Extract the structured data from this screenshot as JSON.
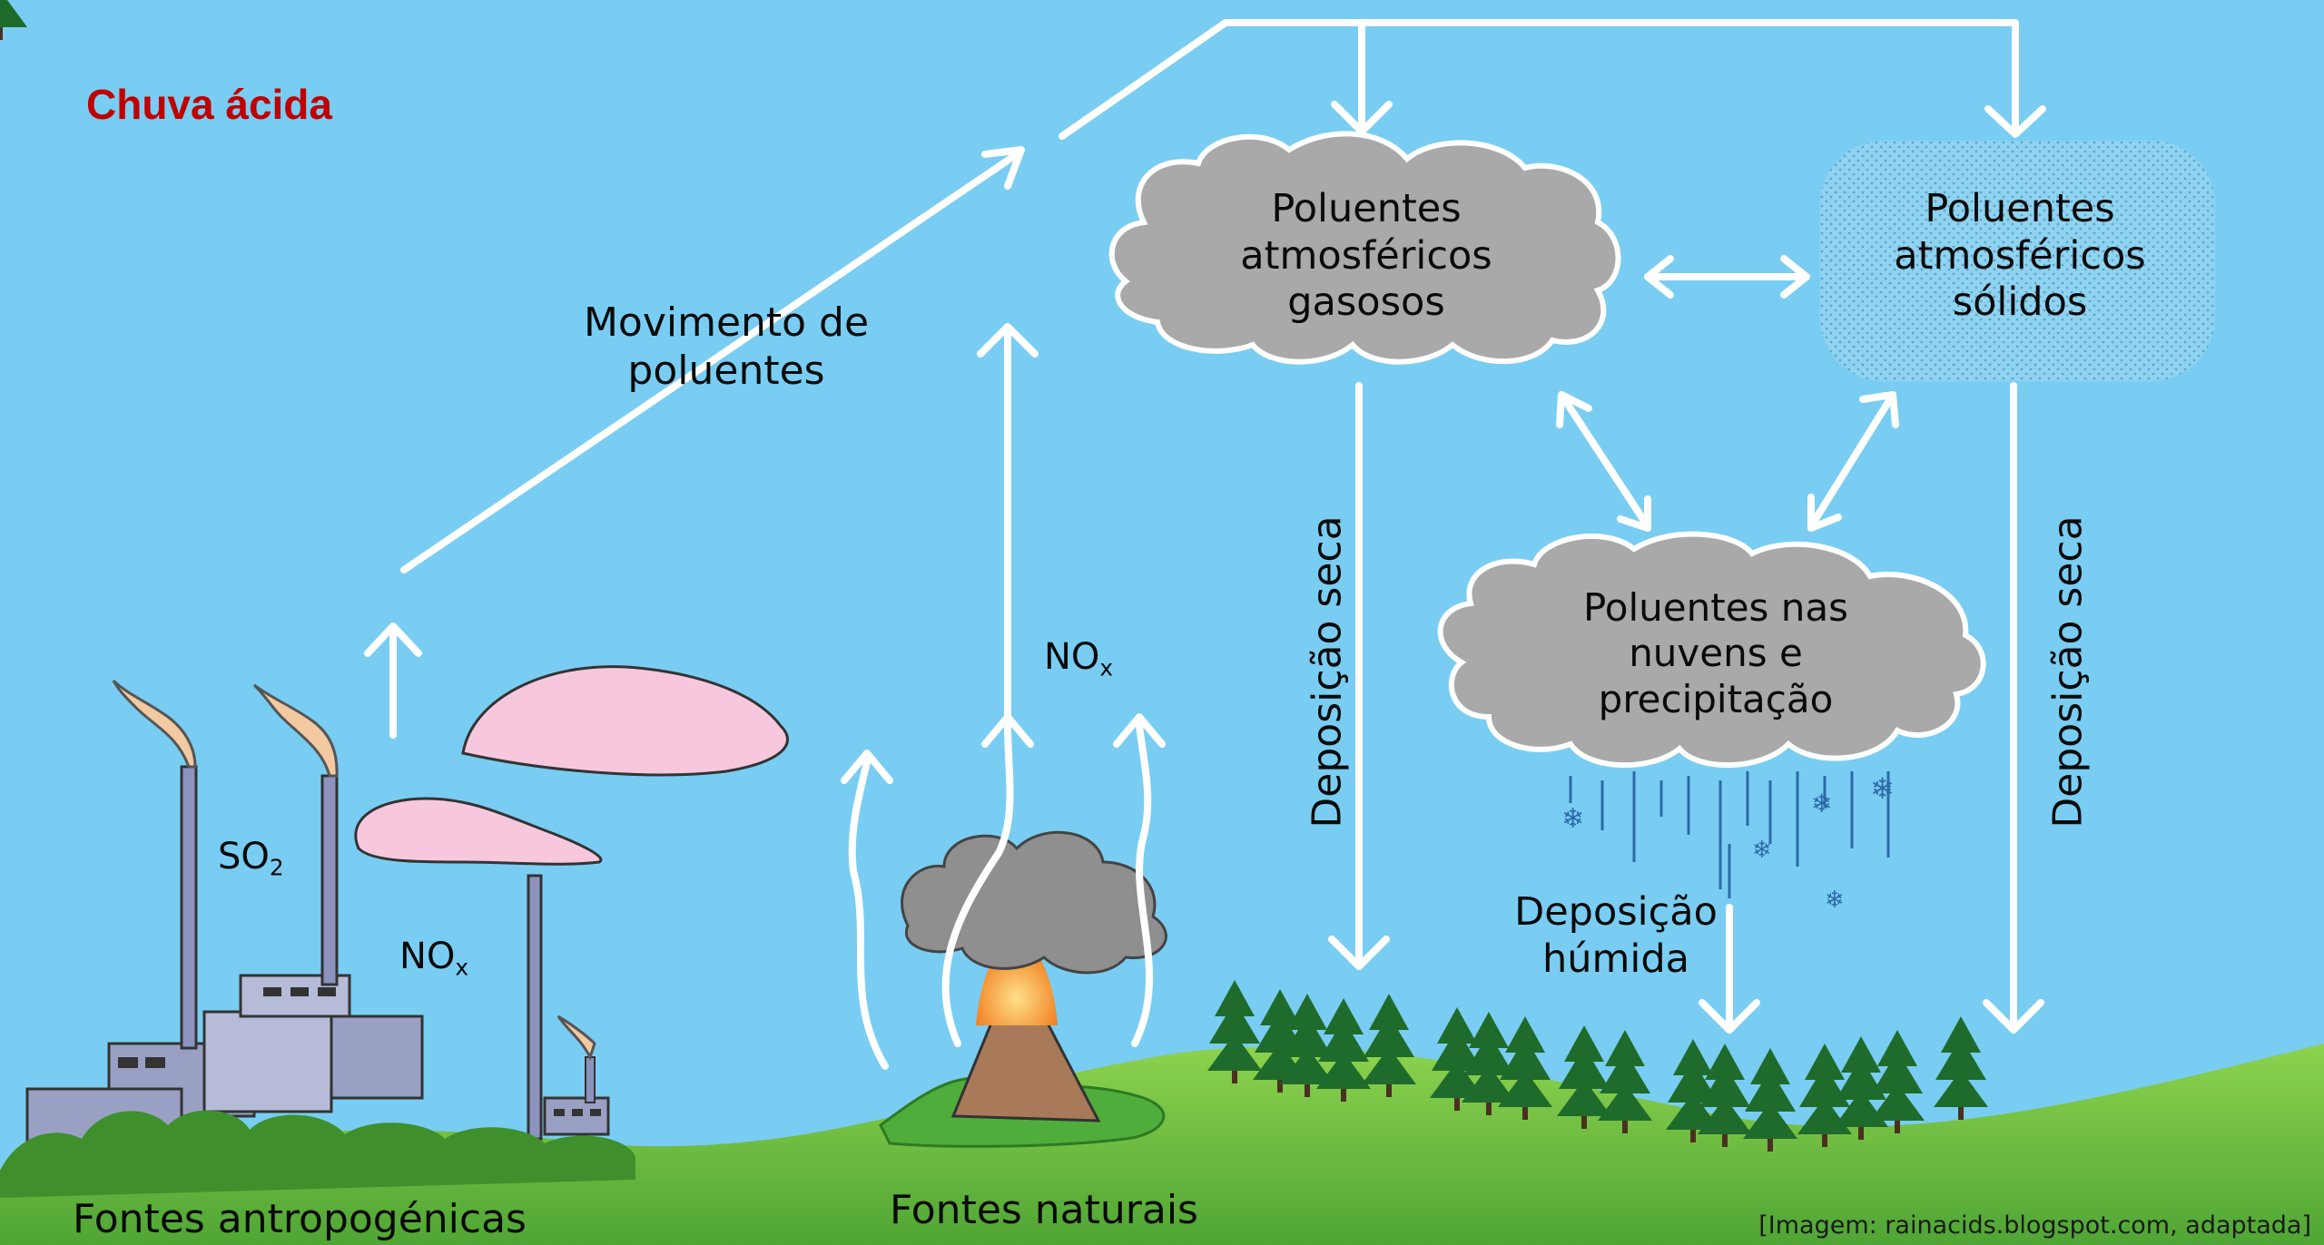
{
  "title": "Chuva ácida",
  "labels": {
    "movement": "Movimento de\npoluentes",
    "gaseous": "Poluentes\natmosféricos\ngasosos",
    "solid": "Poluentes\natmosféricos\nsólidos",
    "clouds": "Poluentes nas\nnuvens e\nprecipitação",
    "dry_left": "Deposição seca",
    "dry_right": "Deposição seca",
    "wet": "Deposição\nhúmida",
    "so2_base": "SO",
    "so2_sub": "2",
    "nox_base": "NO",
    "nox_sub": "x",
    "anthropogenic": "Fontes antropogénicas",
    "natural": "Fontes naturais"
  },
  "credit": "[Imagem: rainacids.blogspot.com, adaptada]",
  "colors": {
    "sky": "#79cdf2",
    "title": "#c00000",
    "cloud_gray": "#a9a9a9",
    "ground": "#6fc24a",
    "arrow": "#ffffff"
  }
}
